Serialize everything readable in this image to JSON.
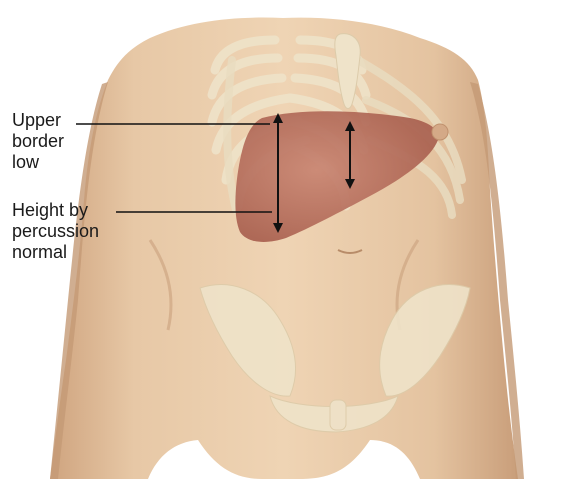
{
  "labels": {
    "upper_border": [
      "Upper",
      "border",
      "low"
    ],
    "height_by_percussion": [
      "Height by",
      "percussion",
      "normal"
    ]
  },
  "colors": {
    "skin": "#e6c7a4",
    "skin_shadow": "#cfa47f",
    "bone": "#efe3c9",
    "liver": "#b96f5d",
    "leader_line": "#111111"
  }
}
